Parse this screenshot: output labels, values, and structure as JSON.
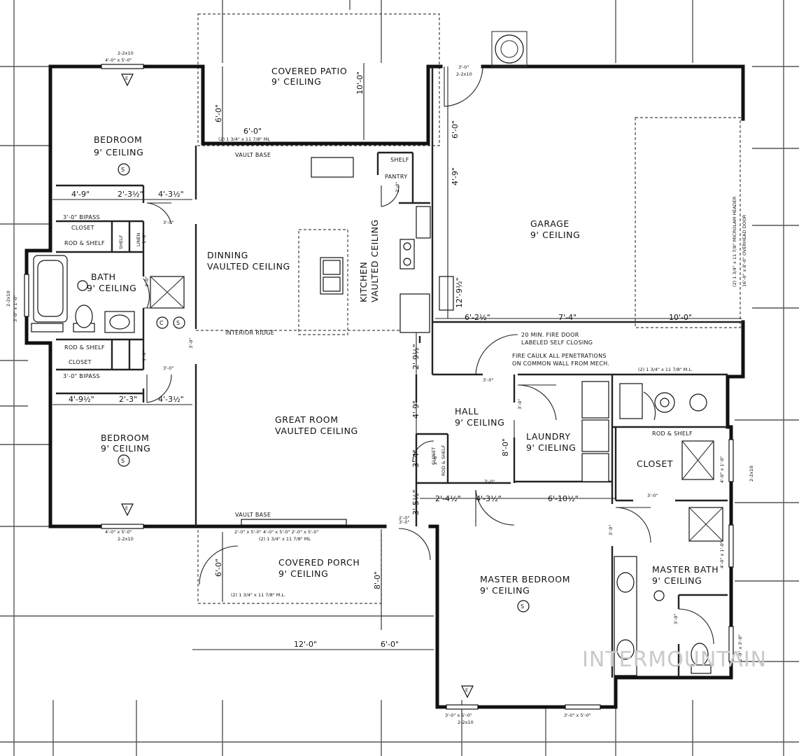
{
  "rooms": {
    "covered_patio": {
      "name": "COVERED PATIO",
      "ceiling": "9' CEILING"
    },
    "bedroom_1": {
      "name": "BEDROOM",
      "ceiling": "9' CEILING"
    },
    "bedroom_2": {
      "name": "BEDROOM",
      "ceiling": "9' CEILING"
    },
    "bath": {
      "name": "BATH",
      "ceiling": "9' CEILING"
    },
    "dinning": {
      "name": "DINNING",
      "ceiling": "VAULTED CEILING"
    },
    "kitchen": {
      "name": "KITCHEN",
      "ceiling": "VAULTED CEILING"
    },
    "great_room": {
      "name": "GREAT ROOM",
      "ceiling": "VAULTED CEILING"
    },
    "garage": {
      "name": "GARAGE",
      "ceiling": "9' CEILING"
    },
    "hall": {
      "name": "HALL",
      "ceiling": "9' CEILING"
    },
    "laundry": {
      "name": "LAUNDRY",
      "ceiling": "9' CIELING"
    },
    "closet_master": {
      "name": "CLOSET"
    },
    "master_bath": {
      "name": "MASTER BATH",
      "ceiling": "9' CEILING"
    },
    "master_bedroom": {
      "name": "MASTER BEDROOM",
      "ceiling": "9' CEILING"
    },
    "covered_porch": {
      "name": "COVERED PORCH",
      "ceiling": "9' CEILING"
    }
  },
  "symbols": {
    "smoke": "S",
    "co": "C",
    "egress": "E"
  },
  "notes": {
    "vault_base_top": "VAULT BASE",
    "vault_base_bottom": "VAULT BASE",
    "interior_ridge": "INTERIOR RIDGE",
    "shelf": "SHELF",
    "pantry": "PANTRY",
    "bipass_top": "3'-0\" BIPASS",
    "closet_top": "CLOSET",
    "rod_shelf_top": "ROD & SHELF",
    "shelf_v": "SHELF",
    "linen_v": "LINEN",
    "rod_shelf_mid": "ROD & SHELF",
    "bipass_bottom": "3'-0\" BIPASS",
    "closet_mid": "CLOSET",
    "fire_door": "20 MIN. FIRE DOOR",
    "fire_door_2": "LABELED SELF CLOSING",
    "fire_caulk": "FIRE CAULK ALL PENETRATIONS",
    "fire_caulk_2": "ON COMMON WALL FROM MECH.",
    "rod_shelf_master": "ROD & SHELF",
    "closet_hall": "CLOSET",
    "rod_shelf_hall": "ROD & SHELF",
    "header_garage_door": "(2) 1 3/4\" x 11 7/8\" MICROLAM HEADER",
    "overhead_door": "16'-0\" x 8'-0\" OVERHEAD DOOR",
    "header_patio": "(2) 1 3/4\" x 11 7/8\" ML",
    "header_hall": "(2) 1 3/4\" x 11 7/8\" M.L.",
    "header_porch": "(2) 1 3/4\" x 11 7/8\" M.L.",
    "header_great": "(2) 1 3/4\" x 11 7/8\" ML",
    "win_bed1_top": "4'-0\" x 5'-0\"",
    "hdr_bed1_top": "2-2x10",
    "win_bed2_bottom": "4'-0\" x 5'-0\"",
    "hdr_bed2_bottom": "2-2x10",
    "win_great": "2'-0\" x 5'-0\" 4'-0\" x 5'-0\" 2'-0\" x 5'-0\"",
    "win_bath": "3'-0\" x 1'-0\"",
    "hdr_bath": "2-2x10",
    "win_master1": "3'-0\" x 5'-0\"",
    "win_master2": "3'-0\" x 5'-0\"",
    "hdr_master": "2-2x10",
    "win_mb_right1": "4'-0\" x 1'-0\"",
    "win_mb_right2": "4'-0\" x 1'-0\"",
    "win_mb_right3": "2'-0\" x 3'-0\"",
    "hdr_right": "2-2x10",
    "hdr_door_garage": "2-2x10"
  },
  "dimensions": {
    "bed1_w": "4'-9\"",
    "closet1_w": "2'-3½\"",
    "door1_w": "4'-3½\"",
    "bed2_w": "4'-9½\"",
    "closet2_w": "2'-3\"",
    "door2_w": "4'-3½\"",
    "patio_depth": "6'-0\"",
    "patio_width": "6'-0\"",
    "patio_height": "10'-0\"",
    "garage_1": "6'-0\"",
    "garage_2": "4'-9\"",
    "garage_3": "12'-9½\"",
    "garage_4": "6'-2½\"",
    "garage_5": "7'-4\"",
    "garage_6": "10'-0\"",
    "hall_1": "2'-9½\"",
    "hall_2": "4'-9\"",
    "hall_3": "3'-4\"",
    "hall_4": "8'-0\"",
    "hall_5": "3'-5½\"",
    "door_30_a": "3'-0\"",
    "door_30_b": "3'-0\"",
    "door_30_c": "3'-0\"",
    "door_30_d": "3'-0\"",
    "door_30_e": "3'-0\"",
    "door_30_f": "3'-0\"",
    "door_30_g": "3'-0\"",
    "door_30_h": "3'-0\"",
    "door_30_i": "3'-0\"",
    "door_30_j": "3'-0\"",
    "door_30_k": "3'-0\"",
    "door_30_l": "3'-0\"",
    "door_20": "2'-0\"",
    "door_26": "2'-6\"",
    "door_16_a": "1'-6\"",
    "door_16_b": "1'-6\"",
    "m1": "2'-4½\"",
    "m2": "4'-3½\"",
    "m3": "6'-10½\"",
    "porch_depth": "6'-0\"",
    "porch_2": "8'-0\"",
    "porch_w1": "12'-0\"",
    "porch_w2": "6'-0\"",
    "pantry_door": "2'-0\""
  },
  "watermark": "INTERMOUNTAIN"
}
